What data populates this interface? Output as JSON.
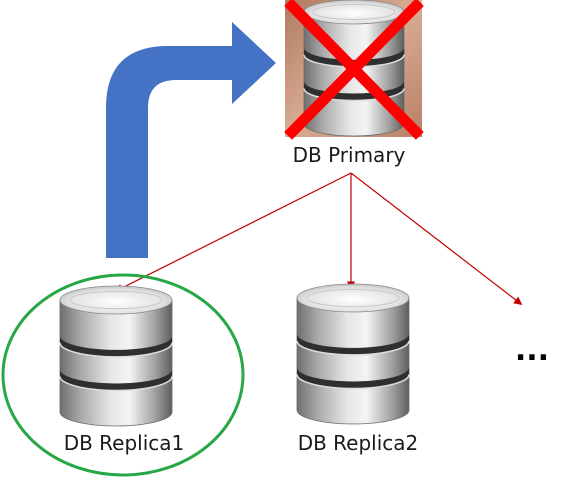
{
  "nodes": {
    "primary": {
      "label": "DB Primary",
      "status": "failed",
      "icon": "database-icon",
      "failure_mark_icon": "red-x-icon"
    },
    "replica1": {
      "label": "DB Replica1",
      "icon": "database-icon",
      "highlight": "promoted"
    },
    "replica2": {
      "label": "DB Replica2",
      "icon": "database-icon"
    },
    "more": {
      "label": "..."
    }
  },
  "colors": {
    "failover_arrow": "#4472c4",
    "replication_arrows": "#c00000",
    "failure_mark": "#ff0000",
    "highlight_ring": "#28a745",
    "primary_background": "#c89378",
    "text": "#1a1a1a"
  },
  "icons": {
    "failover_arrow": "curved-arrow-icon",
    "replication": "arrow-icon"
  }
}
